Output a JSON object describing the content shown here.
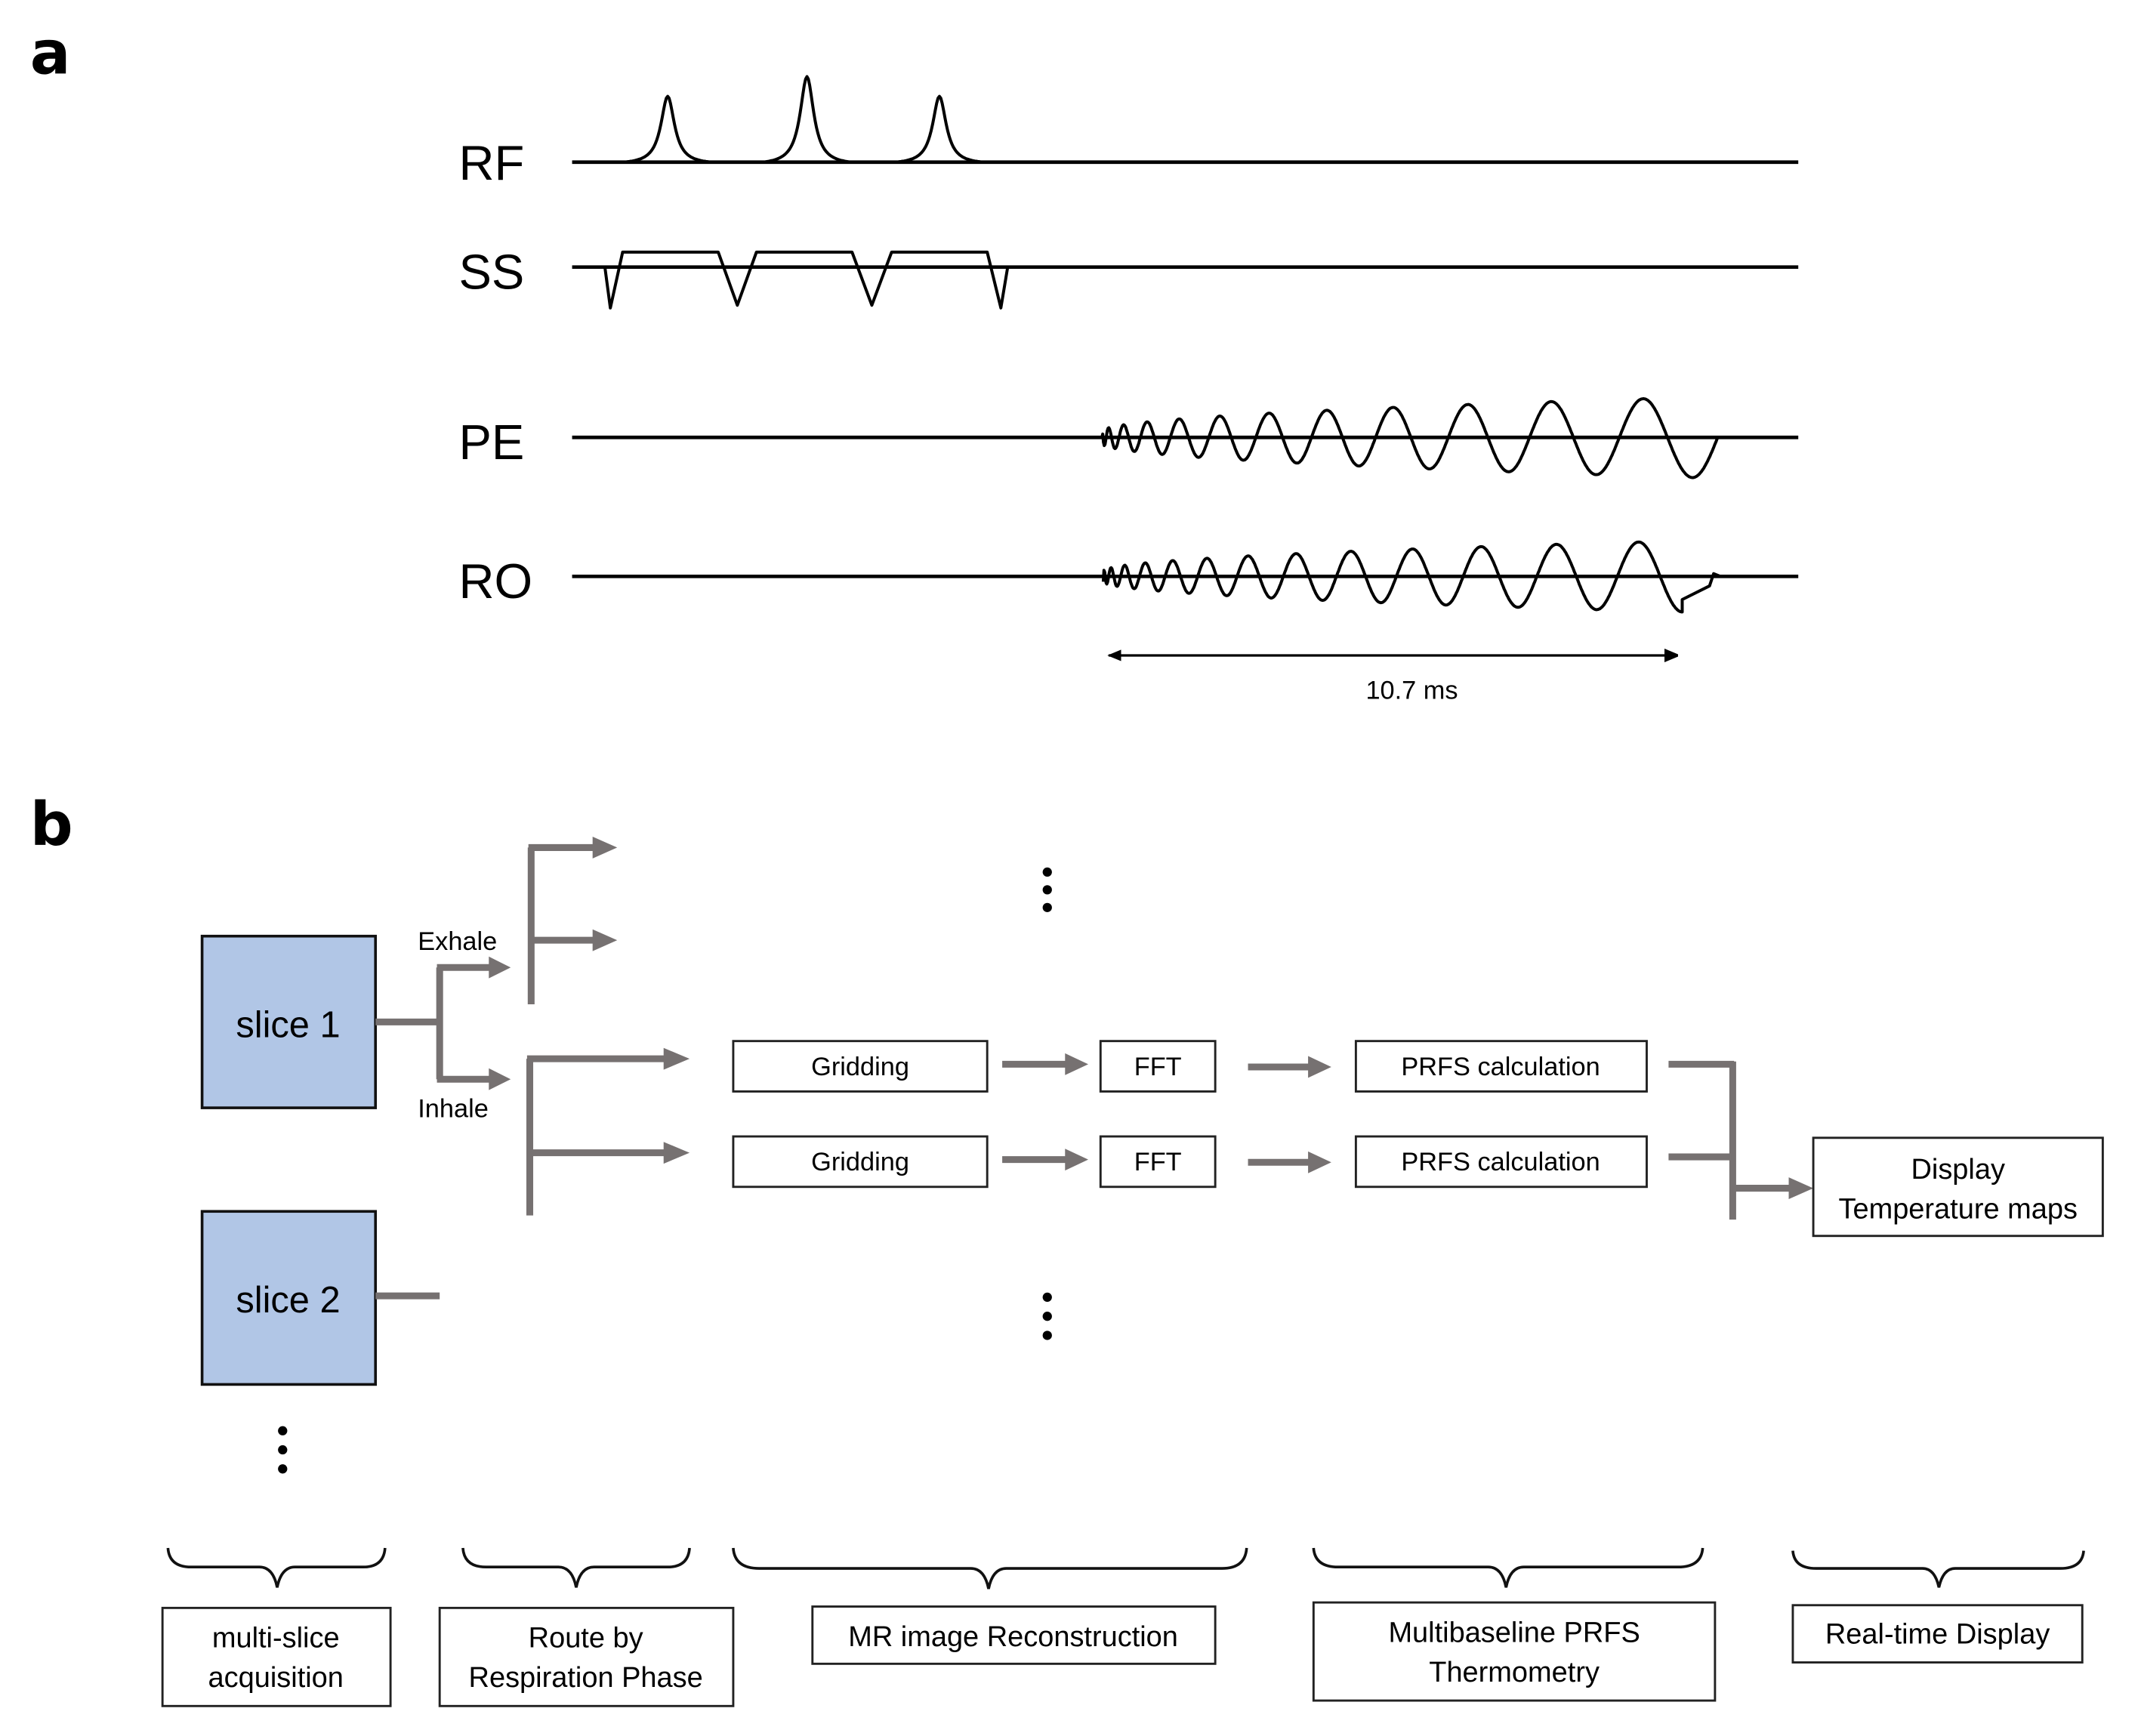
{
  "panel_a": {
    "label": "a",
    "channels": [
      {
        "name": "RF",
        "kind": "rf_pulses",
        "pulses": 3,
        "relative_heights": [
          1.0,
          1.3,
          1.0
        ]
      },
      {
        "name": "SS",
        "kind": "slice_select",
        "lobes": 3
      },
      {
        "name": "PE",
        "kind": "spiral_gradient",
        "cycles": 12,
        "phase": "cos"
      },
      {
        "name": "RO",
        "kind": "spiral_gradient",
        "cycles": 13,
        "phase": "sin"
      }
    ],
    "duration_label": "10.7 ms"
  },
  "panel_b": {
    "label": "b",
    "slices": [
      {
        "label": "slice 1"
      },
      {
        "label": "slice 2"
      }
    ],
    "branches": {
      "exhale": "Exhale",
      "inhale": "Inhale"
    },
    "pipeline_rows": [
      {
        "gridding": "Gridding",
        "fft": "FFT",
        "prfs": "PRFS calculation"
      },
      {
        "gridding": "Gridding",
        "fft": "FFT",
        "prfs": "PRFS calculation"
      }
    ],
    "display_box": {
      "line1": "Display",
      "line2": "Temperature maps"
    },
    "stages": [
      {
        "line1": "multi-slice",
        "line2": "acquisition"
      },
      {
        "line1": "Route by",
        "line2": "Respiration Phase"
      },
      {
        "line1": "MR image Reconstruction",
        "line2": ""
      },
      {
        "line1": "Multibaseline PRFS",
        "line2": "Thermometry"
      },
      {
        "line1": "Real-time Display",
        "line2": ""
      }
    ],
    "colors": {
      "slice_fill": "#B1C6E6",
      "arrow": "#767171"
    }
  }
}
